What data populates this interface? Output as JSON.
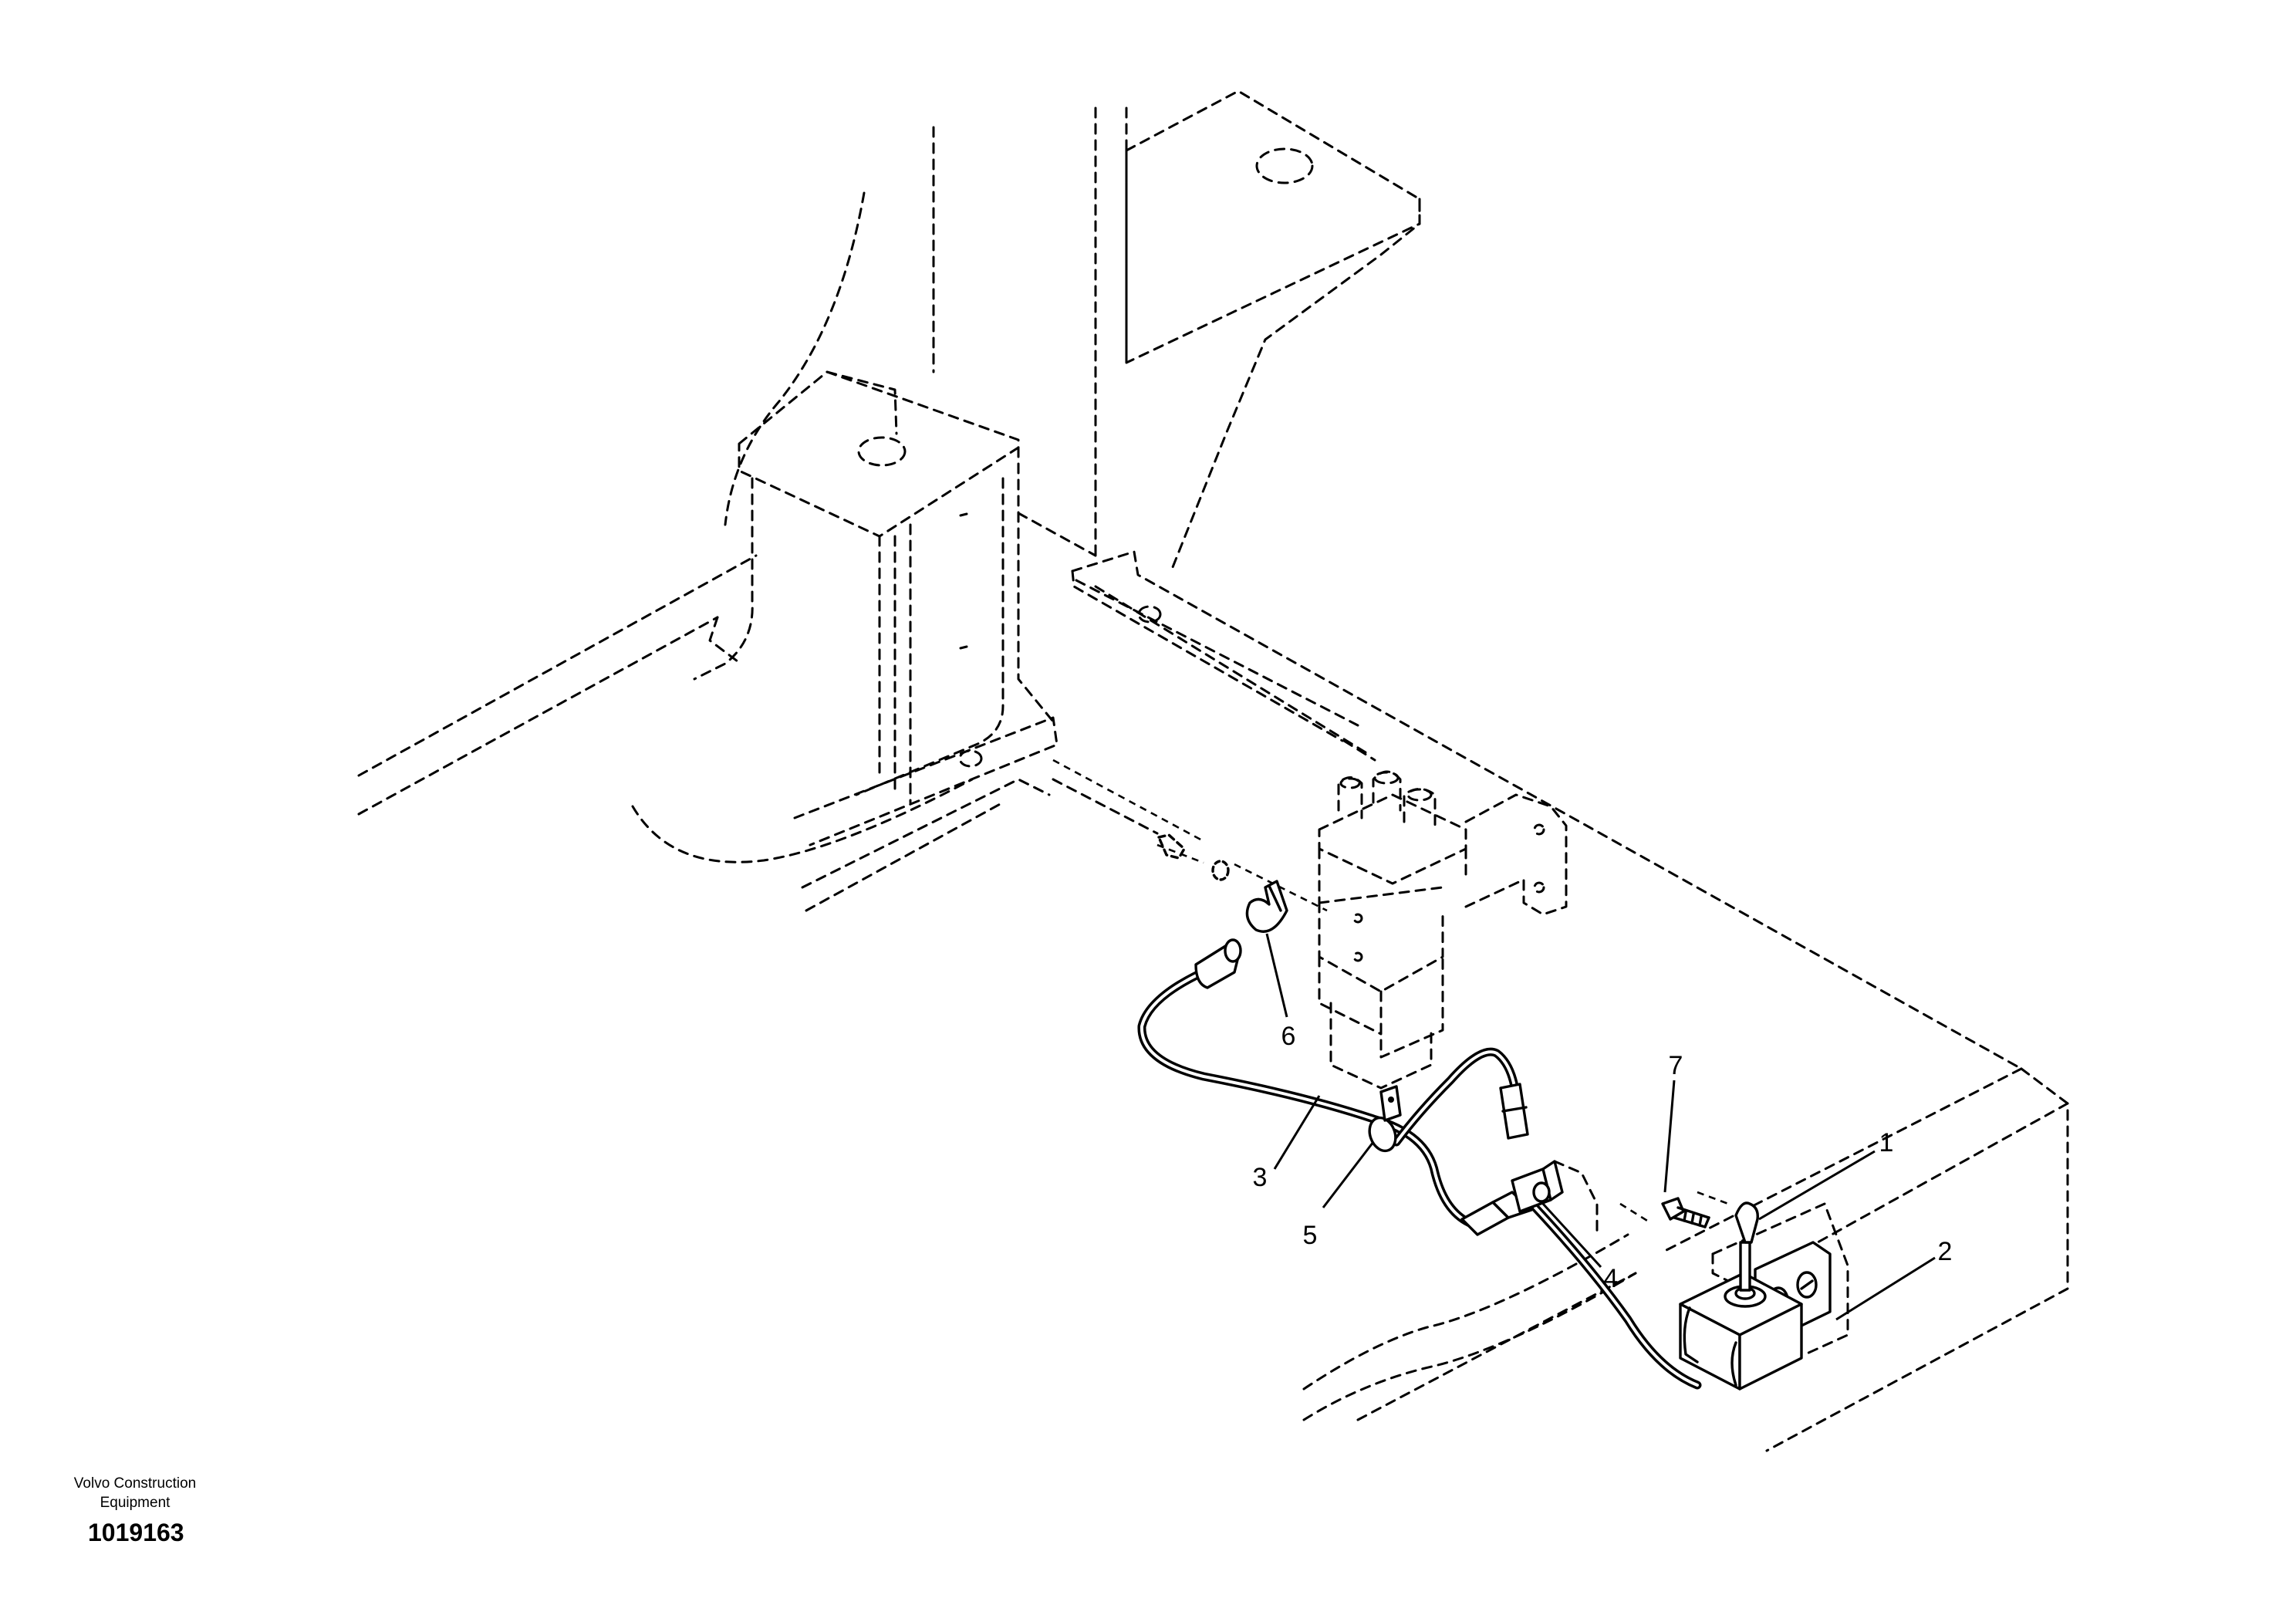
{
  "diagram": {
    "callouts": [
      {
        "id": "callout-1",
        "label": "1"
      },
      {
        "id": "callout-2",
        "label": "2"
      },
      {
        "id": "callout-3",
        "label": "3"
      },
      {
        "id": "callout-4",
        "label": "4"
      },
      {
        "id": "callout-5",
        "label": "5"
      },
      {
        "id": "callout-6",
        "label": "6"
      },
      {
        "id": "callout-7",
        "label": "7"
      }
    ]
  },
  "footer": {
    "brand_line_1": "Volvo Construction",
    "brand_line_2": "Equipment",
    "drawing_number": "1019163"
  }
}
